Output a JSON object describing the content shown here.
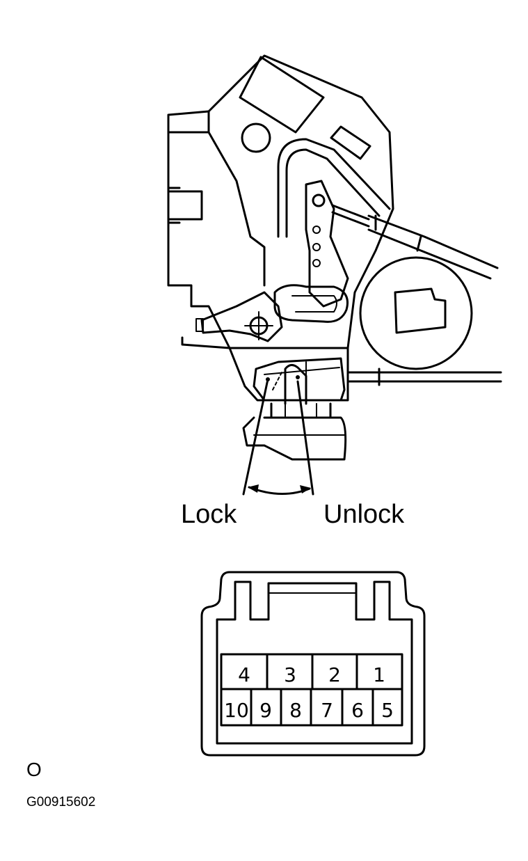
{
  "labels": {
    "lock": "Lock",
    "unlock": "Unlock",
    "corner_mark": "O",
    "figure_code": "G00915602"
  },
  "connector": {
    "top_row": [
      "4",
      "3",
      "2",
      "1"
    ],
    "bottom_row": [
      "10",
      "9",
      "8",
      "7",
      "6",
      "5"
    ]
  },
  "colors": {
    "ink": "#000000",
    "paper": "#ffffff"
  }
}
